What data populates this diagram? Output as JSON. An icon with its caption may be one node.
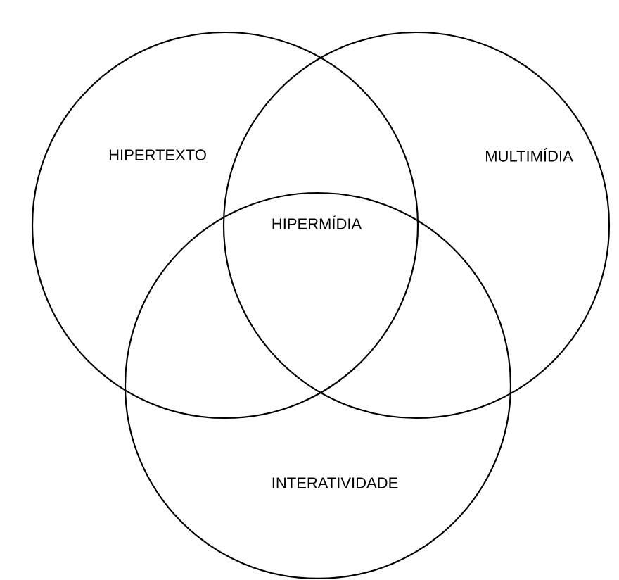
{
  "diagram": {
    "nodes": [
      {
        "text": [
          "HIPERTEXTO"
        ]
      },
      {
        "text": [
          "MULTIMÍDIA"
        ]
      },
      {
        "text": [
          "INTERATIVIDADE"
        ]
      }
    ],
    "labels": [
      "HIPERMÍDIA"
    ]
  }
}
